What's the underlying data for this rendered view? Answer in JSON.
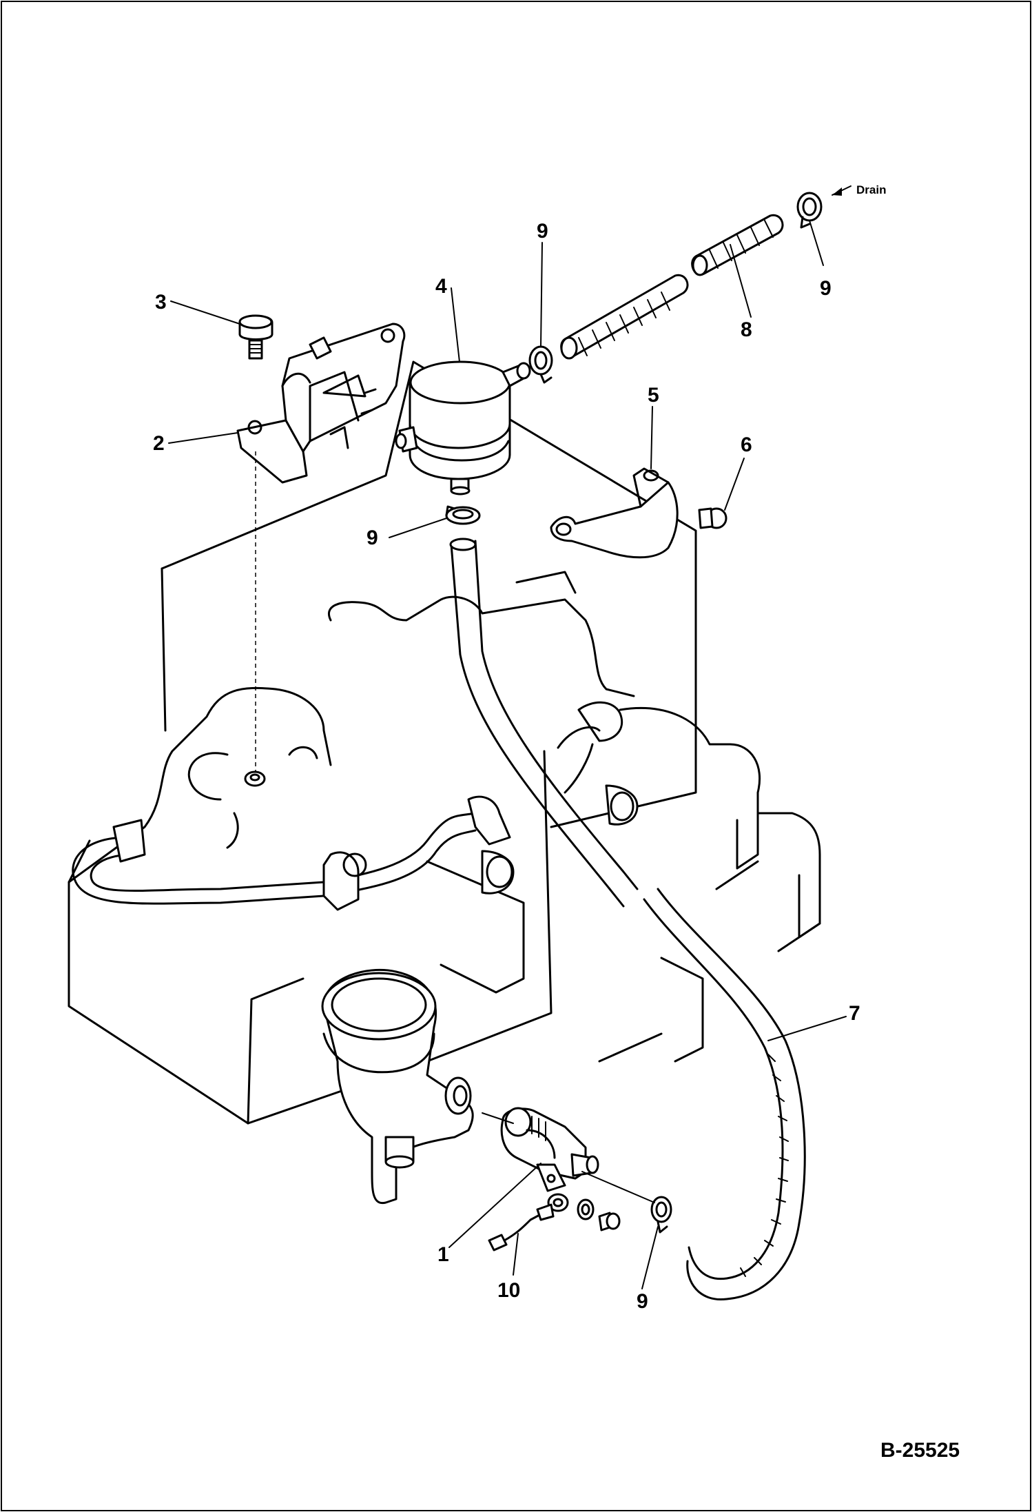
{
  "diagram": {
    "reference_code": "B-25525",
    "drain_label": "Drain",
    "callouts": [
      {
        "id": "c1",
        "label": "1"
      },
      {
        "id": "c2",
        "label": "2"
      },
      {
        "id": "c3",
        "label": "3"
      },
      {
        "id": "c4",
        "label": "4"
      },
      {
        "id": "c5",
        "label": "5"
      },
      {
        "id": "c6",
        "label": "6"
      },
      {
        "id": "c7",
        "label": "7"
      },
      {
        "id": "c8",
        "label": "8"
      },
      {
        "id": "c9a",
        "label": "9"
      },
      {
        "id": "c9b",
        "label": "9"
      },
      {
        "id": "c9c",
        "label": "9"
      },
      {
        "id": "c9d",
        "label": "9"
      },
      {
        "id": "c10",
        "label": "10"
      }
    ]
  }
}
